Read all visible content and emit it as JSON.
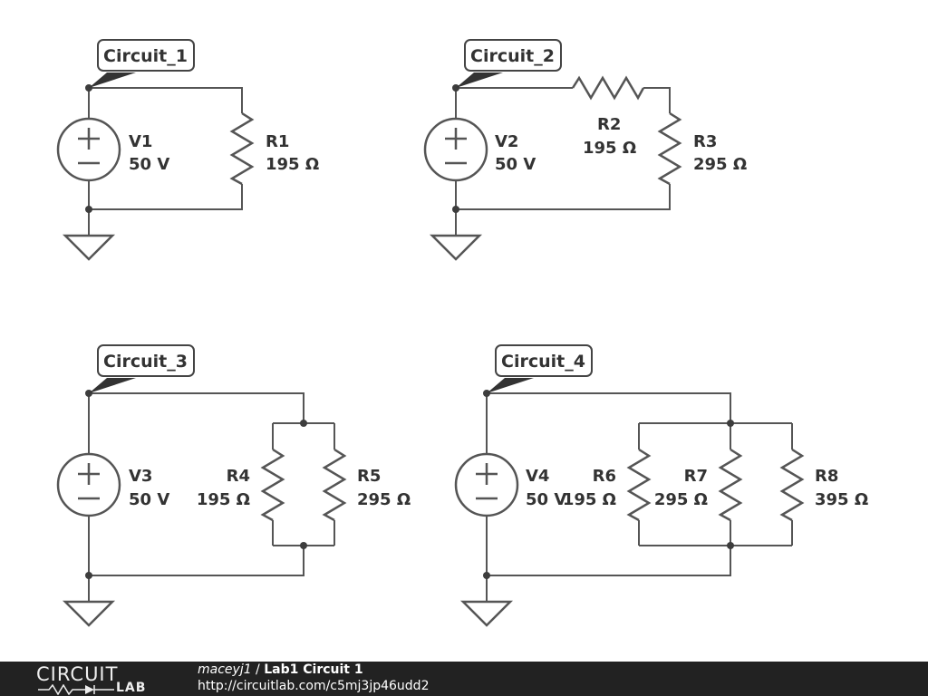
{
  "circuits": [
    {
      "tag": "Circuit_1",
      "source": {
        "name": "V1",
        "value": "50 V"
      },
      "resistors": [
        {
          "name": "R1",
          "value": "195 Ω"
        }
      ]
    },
    {
      "tag": "Circuit_2",
      "source": {
        "name": "V2",
        "value": "50 V"
      },
      "resistors": [
        {
          "name": "R2",
          "value": "195 Ω"
        },
        {
          "name": "R3",
          "value": "295 Ω"
        }
      ]
    },
    {
      "tag": "Circuit_3",
      "source": {
        "name": "V3",
        "value": "50 V"
      },
      "resistors": [
        {
          "name": "R4",
          "value": "195 Ω"
        },
        {
          "name": "R5",
          "value": "295 Ω"
        }
      ]
    },
    {
      "tag": "Circuit_4",
      "source": {
        "name": "V4",
        "value": "50 V"
      },
      "resistors": [
        {
          "name": "R6",
          "value": "195 Ω"
        },
        {
          "name": "R7",
          "value": "295 Ω"
        },
        {
          "name": "R8",
          "value": "395 Ω"
        }
      ]
    }
  ],
  "footer": {
    "logo_top": "CIRCUIT",
    "logo_bottom": "LAB",
    "author": "maceyj1",
    "separator": " / ",
    "title": "Lab1 Circuit 1",
    "url": "http://circuitlab.com/c5mj3jp46udd2"
  },
  "colors": {
    "wire": "#555555",
    "footer_bg": "#222222",
    "text": "#333333"
  }
}
